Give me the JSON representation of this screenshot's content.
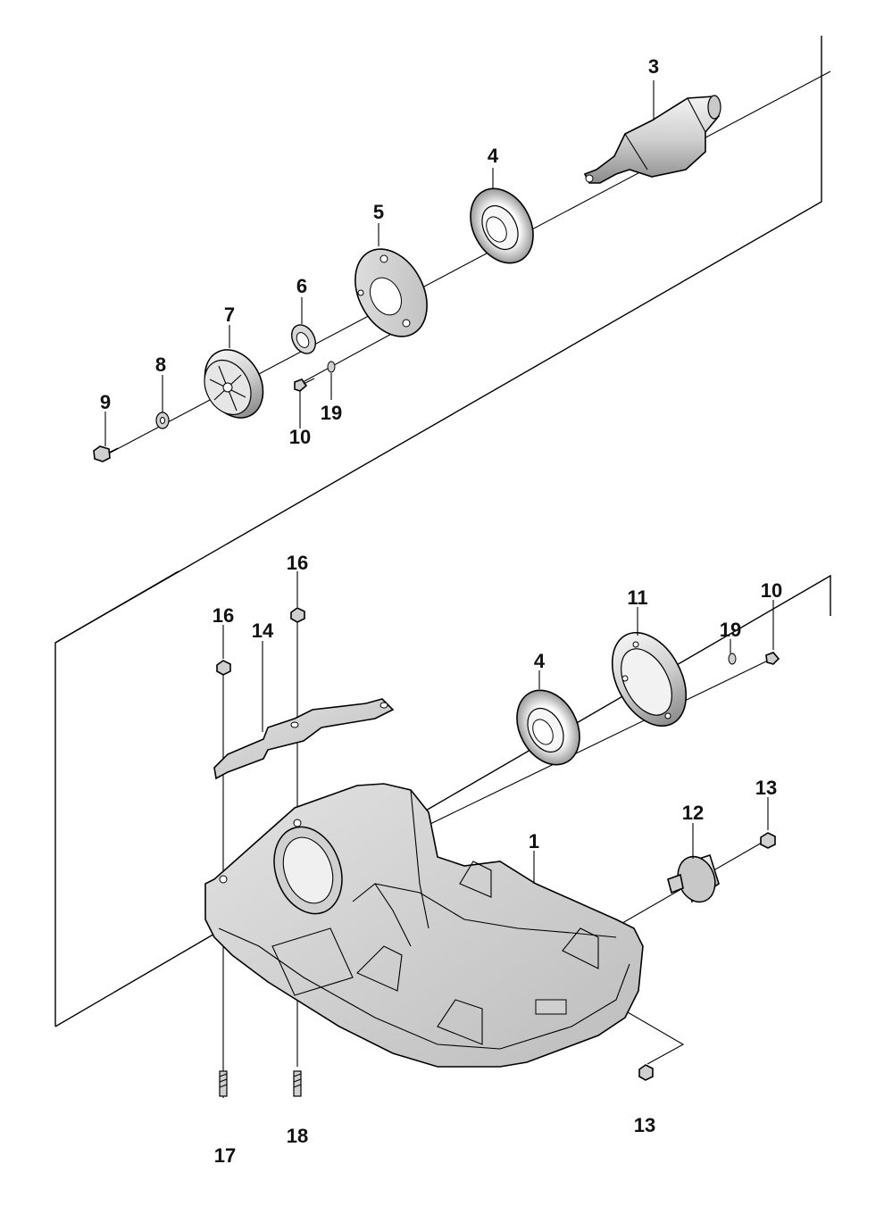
{
  "diagram": {
    "callouts": {
      "c1": "1",
      "c3": "3",
      "c4a": "4",
      "c4b": "4",
      "c5": "5",
      "c6": "6",
      "c7": "7",
      "c8": "8",
      "c9": "9",
      "c10a": "10",
      "c10b": "10",
      "c11": "11",
      "c12": "12",
      "c13a": "13",
      "c13b": "13",
      "c14": "14",
      "c16a": "16",
      "c16b": "16",
      "c17": "17",
      "c18": "18",
      "c19a": "19",
      "c19b": "19"
    }
  }
}
